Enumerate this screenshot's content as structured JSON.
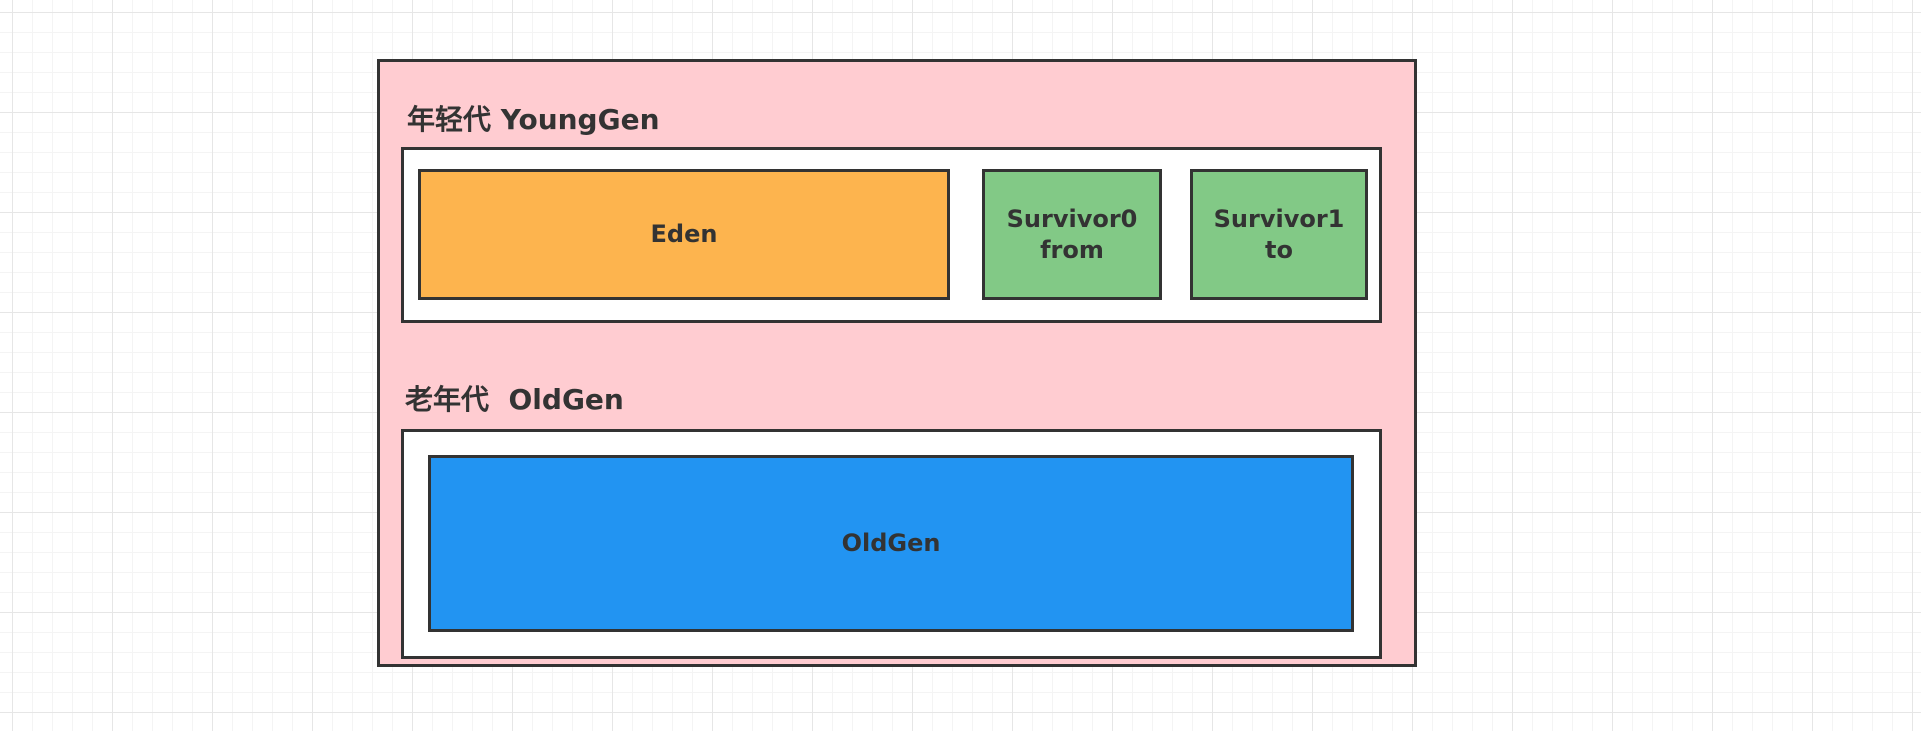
{
  "colors": {
    "heap_background": "#ffccd1",
    "eden": "#fdb44e",
    "survivor": "#82c986",
    "oldgen": "#2294f2",
    "border": "#333333",
    "text": "#333333"
  },
  "young_generation": {
    "label": "年轻代 YoungGen",
    "regions": [
      {
        "text": "Eden"
      },
      {
        "text": "Survivor0\nfrom"
      },
      {
        "text": "Survivor1\nto"
      }
    ]
  },
  "old_generation": {
    "label": "老年代  OldGen",
    "regions": [
      {
        "text": "OldGen"
      }
    ]
  }
}
